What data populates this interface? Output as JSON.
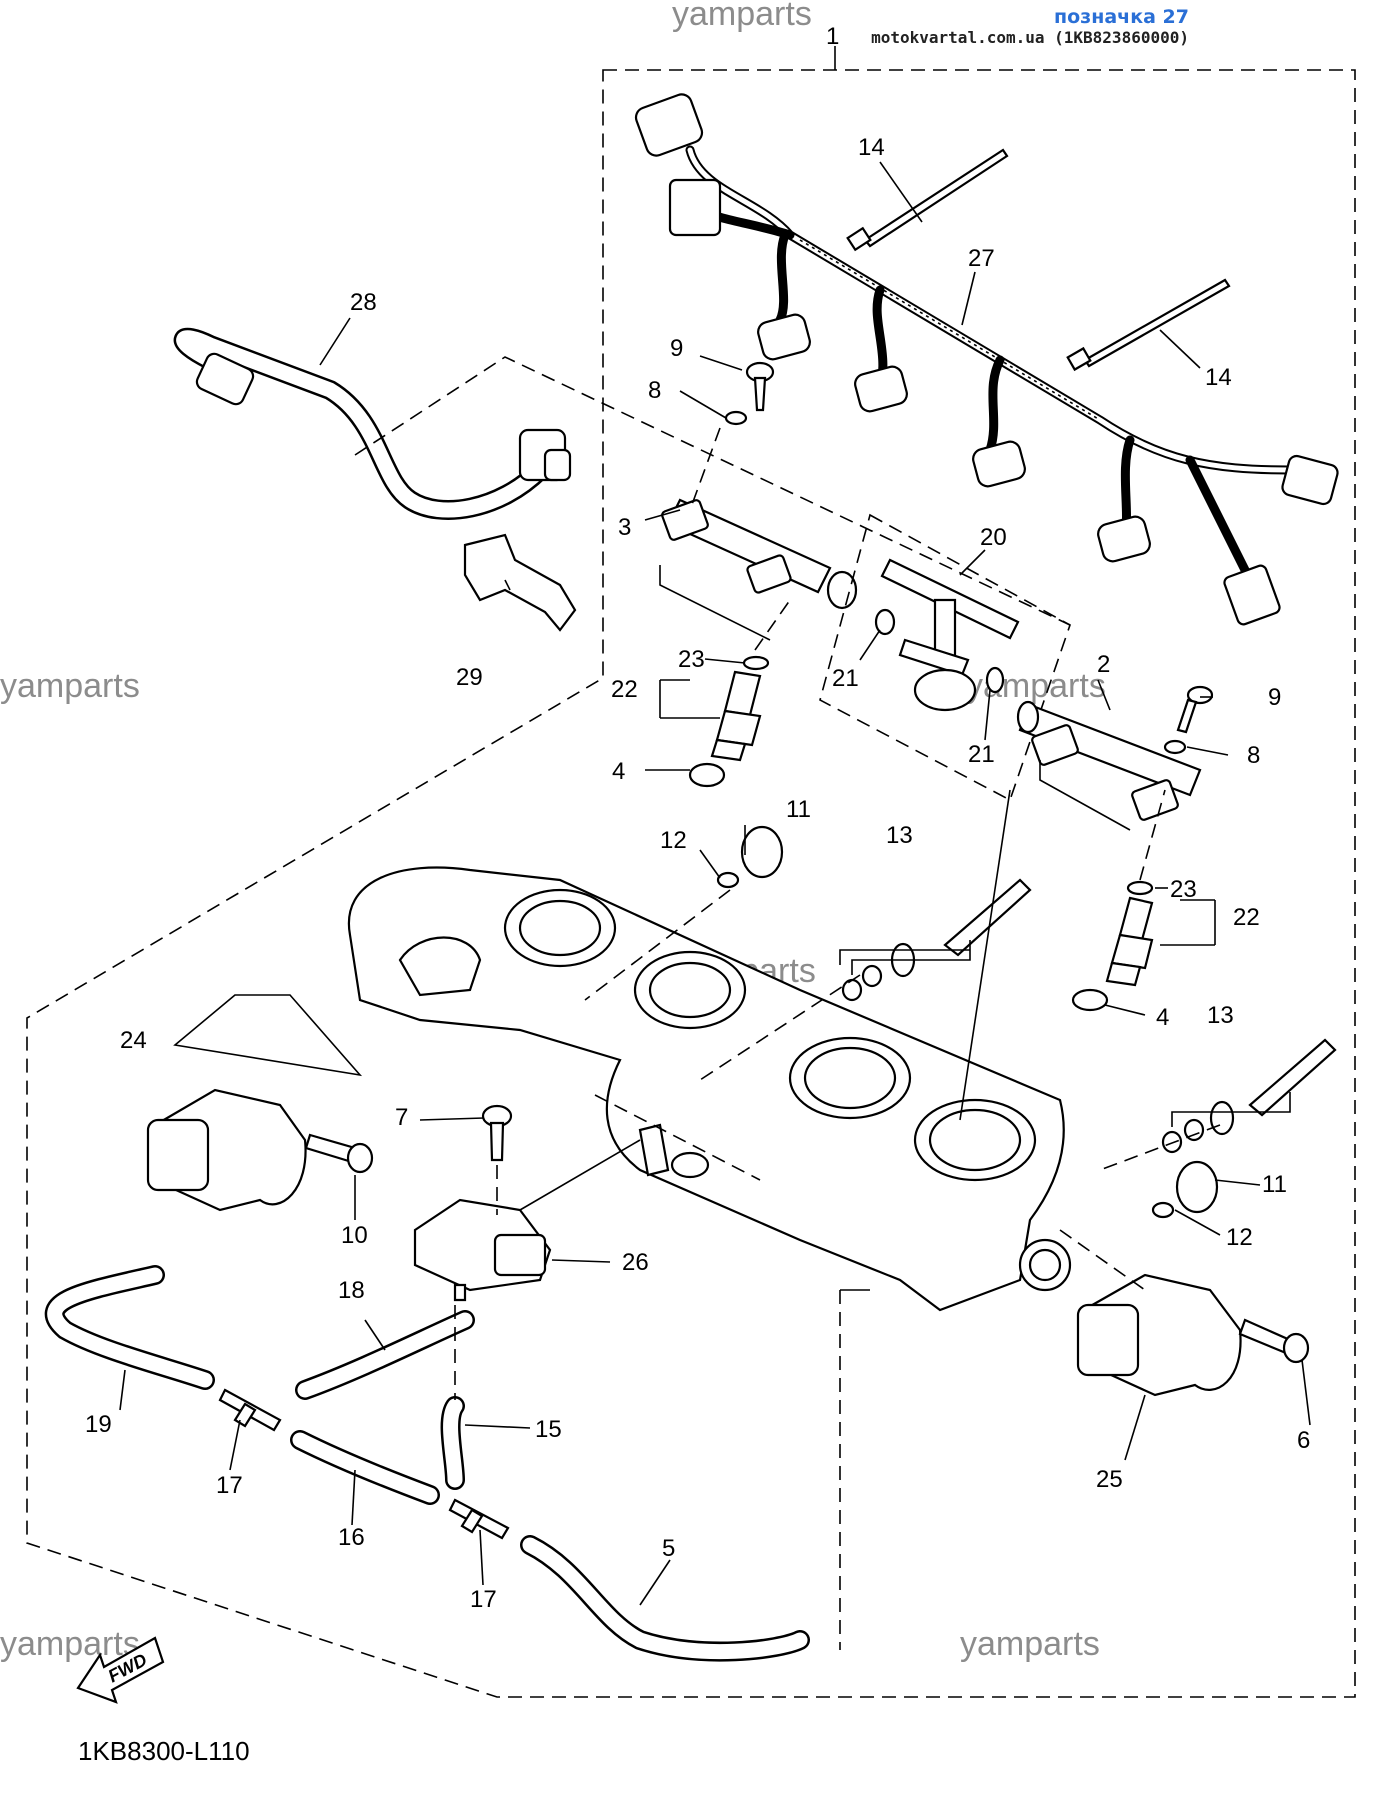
{
  "header": {
    "site_label": "позначка 27",
    "source": "motokvartal.com.ua (1KB823860000)"
  },
  "watermarks": [
    "yamparts",
    "yamparts",
    "yamparts",
    "yamparts",
    "yamparts",
    "yamparts"
  ],
  "diagram_code": "1KB8300-L110",
  "fwd_label": "FWD",
  "callouts": {
    "c1": "1",
    "c2": "2",
    "c3": "3",
    "c4a": "4",
    "c4b": "4",
    "c5": "5",
    "c6": "6",
    "c7": "7",
    "c8a": "8",
    "c8b": "8",
    "c9a": "9",
    "c9b": "9",
    "c10": "10",
    "c11a": "11",
    "c11b": "11",
    "c12a": "12",
    "c12b": "12",
    "c13a": "13",
    "c13b": "13",
    "c14a": "14",
    "c14b": "14",
    "c15": "15",
    "c16": "16",
    "c17a": "17",
    "c17b": "17",
    "c18": "18",
    "c19": "19",
    "c20": "20",
    "c21a": "21",
    "c21b": "21",
    "c22a": "22",
    "c22b": "22",
    "c23a": "23",
    "c23b": "23",
    "c24": "24",
    "c25": "25",
    "c26": "26",
    "c27": "27",
    "c28": "28",
    "c29": "29"
  }
}
